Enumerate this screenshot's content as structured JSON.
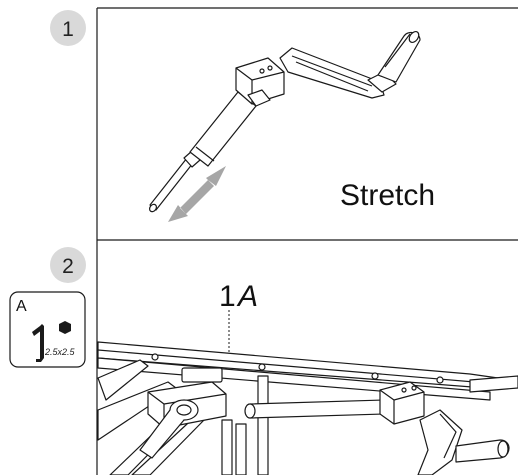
{
  "steps": [
    {
      "number": "1",
      "caption": "Stretch"
    },
    {
      "number": "2",
      "callout": {
        "count": "1",
        "part": "A"
      }
    }
  ],
  "tool_box": {
    "letter": "A",
    "size": "2.5x2.5",
    "icon": "hex-key-icon"
  },
  "colors": {
    "badge_fill": "#d9d9d9",
    "arrow_fill": "#a6a6a6",
    "line": "#1a1a1a"
  }
}
